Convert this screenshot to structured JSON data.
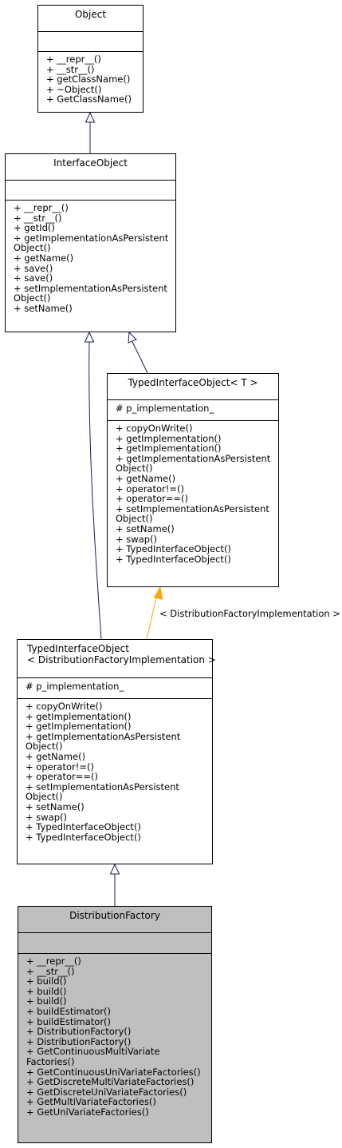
{
  "classes": {
    "object": {
      "title": [
        "Object"
      ],
      "attributes": [],
      "methods": [
        "+ __repr__()",
        "+ __str__()",
        "+ getClassName()",
        "+ ~Object()",
        "+ GetClassName()"
      ]
    },
    "interface_object": {
      "title": [
        "InterfaceObject"
      ],
      "attributes": [],
      "methods": [
        "+ __repr__()",
        "+ __str__()",
        "+ getId()",
        "+ getImplementationAsPersistent",
        "Object()",
        "+ getName()",
        "+ save()",
        "+ save()",
        "+ setImplementationAsPersistent",
        "Object()",
        "+ setName()"
      ]
    },
    "typed_interface_object_t": {
      "title": [
        "TypedInterfaceObject< T >"
      ],
      "attributes": [
        "# p_implementation_"
      ],
      "methods": [
        "+ copyOnWrite()",
        "+ getImplementation()",
        "+ getImplementation()",
        "+ getImplementationAsPersistent",
        "Object()",
        "+ getName()",
        "+ operator!=()",
        "+ operator==()",
        "+ setImplementationAsPersistent",
        "Object()",
        "+ setName()",
        "+ swap()",
        "+ TypedInterfaceObject()",
        "+ TypedInterfaceObject()"
      ]
    },
    "typed_interface_object_dfi": {
      "title": [
        "TypedInterfaceObject",
        "< DistributionFactoryImplementation >"
      ],
      "attributes": [
        "# p_implementation_"
      ],
      "methods": [
        "+ copyOnWrite()",
        "+ getImplementation()",
        "+ getImplementation()",
        "+ getImplementationAsPersistent",
        "Object()",
        "+ getName()",
        "+ operator!=()",
        "+ operator==()",
        "+ setImplementationAsPersistent",
        "Object()",
        "+ setName()",
        "+ swap()",
        "+ TypedInterfaceObject()",
        "+ TypedInterfaceObject()"
      ]
    },
    "distribution_factory": {
      "title": [
        "DistributionFactory"
      ],
      "attributes": [],
      "methods": [
        "+ __repr__()",
        "+ __str__()",
        "+ build()",
        "+ build()",
        "+ build()",
        "+ buildEstimator()",
        "+ buildEstimator()",
        "+ DistributionFactory()",
        "+ DistributionFactory()",
        "+ GetContinuousMultiVariate",
        "Factories()",
        "+ GetContinuousUniVariateFactories()",
        "+ GetDiscreteMultiVariateFactories()",
        "+ GetDiscreteUniVariateFactories()",
        "+ GetMultiVariateFactories()",
        "+ GetUniVariateFactories()"
      ]
    }
  },
  "edges": {
    "template_binding_label": "< DistributionFactoryImplementation >"
  },
  "colors": {
    "inheritance_edge": "#191970",
    "template_edge": "#ffa500",
    "highlight_fill": "#bfbfbf"
  }
}
